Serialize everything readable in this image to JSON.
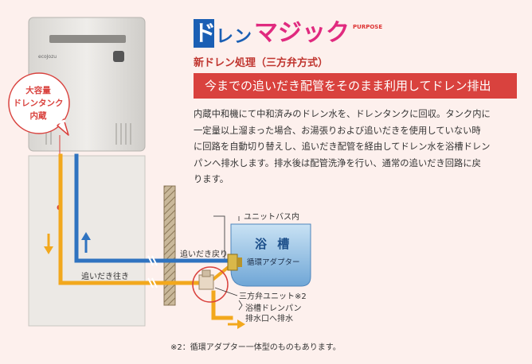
{
  "logo": {
    "mark": "ド",
    "rest": "レン",
    "magic": "マジック",
    "brand": "PURPOSE"
  },
  "heater": {
    "brand_small": "ecoJozu"
  },
  "subtitle": "新ドレン処理（三方弁方式）",
  "banner": "今までの追いだき配管をそのまま利用してドレン排出",
  "description": [
    "内蔵中和機にて中和済みのドレン水を、ドレンタンクに回収。タンク内に",
    "一定量以上溜まった場合、お湯張りおよび追いだきを使用していない時",
    "に回路を自動切り替えし、追いだき配管を経由してドレン水を浴槽ドレン",
    "パンへ排水します。排水後は配管洗浄を行い、通常の追いだき回路に戻",
    "ります。"
  ],
  "callout": [
    "大容量",
    "ドレンタンク",
    "内蔵"
  ],
  "labels": {
    "unit_bath": "ユニットバス内",
    "return_pipe": "追いだき戻り",
    "supply_pipe": "追いだき往き",
    "bathtub": "浴 槽",
    "adapter": "循環アダプター",
    "three_way_valve": "三方弁ユニット※2",
    "drain_1": "浴槽ドレンパン",
    "drain_2": "排水口へ排水"
  },
  "footnote": "※2：循環アダプター一体型のものもあります。",
  "colors": {
    "background": "#fdf0ed",
    "hot_pipe": "#f2a81d",
    "cold_pipe": "#2f73c0",
    "accent_red": "#d9423e",
    "bath_blue": "#9fc8e8"
  }
}
